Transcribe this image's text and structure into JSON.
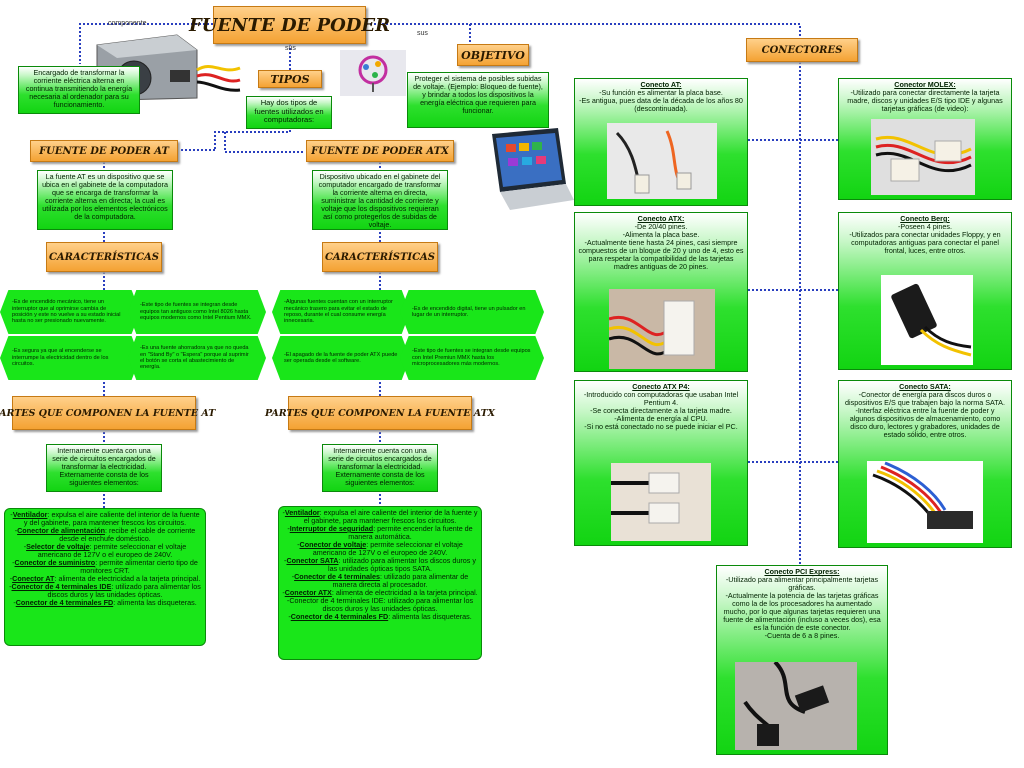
{
  "title": "FUENTE DE PODER",
  "labels": {
    "componente": "componente",
    "sus1": "sus",
    "sus2": "sus"
  },
  "tipos": {
    "title": "TIPOS",
    "text": "Hay dos tipos de fuentes utilizados en computadoras:"
  },
  "definicion": "Encargado de transformar la corriente eléctrica alterna en continua transmitiendo la energía necesaria al ordenador para su funcionamiento.",
  "objetivo": {
    "title": "OBJETIVO",
    "text": "Proteger el sistema de posibles subidas de voltaje. (Ejemplo: Bloqueo de fuente), y brindar a todos los dispositivos la energía eléctrica que requieren para funcionar."
  },
  "at": {
    "title": "FUENTE DE PODER AT",
    "desc": "La fuente AT es un dispositivo que se ubica en el gabinete de la computadora que se encarga de transformar la corriente alterna en directa; la cual es utilizada por los elementos electrónicos de la computadora.",
    "car_title": "CARACTERÍSTICAS",
    "car": [
      "-Es de encendido mecánico, tiene un interruptor que al oprimirse cambia de posición y este no vuelve a su estado inicial hasta no ser presionado nuevamente.",
      "-Este tipo de fuentes se integran desde equipos tan antiguos como Intel 8026 hasta equipos modernos como Intel Pentium MMX.",
      "-Es segura ya que al encenderse se interrumpe la electricidad dentro de los circuitos.",
      "-Es una fuente ahorradora ya que no queda en \"Stand By\" o \"Espera\" porque al suprimir el botón se corta el abastecimiento de energía."
    ],
    "parts_title": "PARTES QUE COMPONEN LA FUENTE AT",
    "parts_intro": "Internamente cuenta con una serie de circuitos encargados de transformar la electricidad. Externamente consta de los siguientes elementos:",
    "parts": [
      {
        "k": "Ventilador",
        "v": ": expulsa el aire caliente del interior de la fuente y del gabinete, para mantener frescos los circuitos."
      },
      {
        "k": "Conector de alimentación",
        "v": ": recibe el cable de corriente desde el enchufe doméstico."
      },
      {
        "k": "Selector de voltaje",
        "v": ": permite seleccionar el voltaje americano de 127V o el europeo de 240V."
      },
      {
        "k": "Conector de suministro",
        "v": ": permite alimentar cierto tipo de monitores CRT."
      },
      {
        "k": "Conector AT",
        "v": ": alimenta de electricidad a la tarjeta principal."
      },
      {
        "k": "Conector de 4 terminales IDE",
        "v": ": utilizado para alimentar los discos duros y las unidades ópticas."
      },
      {
        "k": "Conector de 4 terminales FD",
        "v": ": alimenta las disqueteras."
      }
    ]
  },
  "atx": {
    "title": "FUENTE DE PODER ATX",
    "desc": "Dispositivo ubicado en el gabinete del computador encargado de transformar la corriente alterna en directa, suministrar la cantidad de corriente y voltaje que los dispositivos requieran así como protegerlos de subidas de voltaje.",
    "car_title": "CARACTERÍSTICAS",
    "car": [
      "-Algunas fuentes cuentan con un interruptor mecánico trasero para evitar el estado de reposo, durante el cual consume energía innecesaria.",
      "-Es de encendido digital, tiene un pulsador en lugar de un interruptor.",
      "-El apagado de la fuente de poder ATX puede ser operada desde el software.",
      "-Este tipo de fuentes se integran desde equipos con Intel Premiun MMX hasta los microprocesadores más modernos."
    ],
    "parts_title": "PARTES QUE COMPONEN LA FUENTE ATX",
    "parts_intro": "Internamente cuenta con una serie de circuitos encargados de transformar la electricidad. Externamente consta de los siguientes elementos:",
    "parts": [
      {
        "k": "Ventilador",
        "v": ": expulsa el aire caliente del interior de la fuente y el gabinete, para mantener frescos los circuitos."
      },
      {
        "k": "Interruptor de seguridad",
        "v": ": permite encender la fuente de manera automática."
      },
      {
        "k": "Conector de voltaje",
        "v": ": permite seleccionar el voltaje americano de 127V o el europeo de 240V."
      },
      {
        "k": "Conector SATA",
        "v": ": utilizado para alimentar los discos duros y las unidades ópticas tipos SATA."
      },
      {
        "k": "Conector de 4 terminales",
        "v": ": utilizado para alimentar de manera directa al procesador."
      },
      {
        "k": "Conector ATX",
        "v": ": alimenta de electricidad a la tarjeta principal."
      },
      {
        "k": "",
        "v": "Conector de 4 terminales IDE: utilizado para alimentar los discos duros y las unidades ópticas."
      },
      {
        "k": "Conector de 4 terminales FD",
        "v": ": alimenta las disqueteras."
      }
    ]
  },
  "conectores": {
    "title": "CONECTORES",
    "items": [
      {
        "name": "Conecto AT:",
        "text": "-Su función es alimentar la placa base.\n-Es antigua, pues data de la década de los años 80 (descontinuada)."
      },
      {
        "name": "Conector MOLEX:",
        "text": "-Utilizado para conectar directamente la tarjeta madre, discos y unidades E/S tipo IDE y algunas tarjetas gráficas (de video):"
      },
      {
        "name": "Conecto ATX:",
        "text": "-De 20/40 pines.\n-Alimenta la placa base.\n-Actualmente tiene hasta 24 pines, casi siempre compuestos de un bloque de 20 y uno de 4, esto es para respetar la compatibilidad de las tarjetas madres antiguas de 20 pines."
      },
      {
        "name": "Conecto Berg:",
        "text": "-Poseen 4 pines.\n-Utilizados para conectar unidades Floppy, y en computadoras antiguas para conectar el panel frontal, luces, entre otros."
      },
      {
        "name": "Conecto ATX P4:",
        "text": "-Introducido con computadoras que usaban Intel Pentium 4.\n-Se conecta directamente a la tarjeta madre.\n-Alimenta de energía al CPU.\n-Si no está conectado no se puede iniciar el PC."
      },
      {
        "name": "Conecto SATA:",
        "text": "-Conector de energía para discos duros o dispositivos E/S que trabajen bajo la norma SATA.\n-Interfaz eléctrica entre la fuente de poder y algunos dispositivos de almacenamiento, como disco duro, lectores y grabadores, unidades de estado sólido, entre otros."
      },
      {
        "name": "Conecto PCI Express:",
        "text": "-Utilizado para alimentar principalmente tarjetas gráficas.\n-Actualmente la potencia de las tarjetas gráficas como la de los procesadores ha aumentado mucho, por lo que algunas tarjetas requieren una fuente de alimentación (incluso a veces dos), esa es la función de este conector.\n-Cuenta de 6 a 8 pines."
      }
    ]
  }
}
